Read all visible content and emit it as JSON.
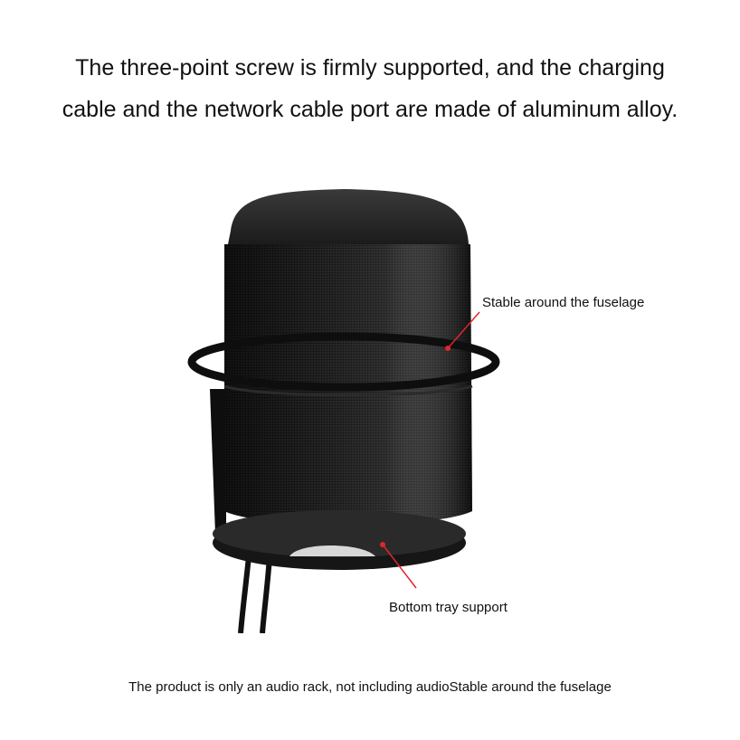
{
  "headline": {
    "line1": "The three-point screw is firmly supported, and the charging",
    "line2": "cable and the network cable port are made of aluminum alloy."
  },
  "callouts": {
    "top": "Stable around the fuselage",
    "bottom": "Bottom tray support"
  },
  "footer": "The product is only an audio rack, not including audioStable around the fuselage",
  "colors": {
    "callout_line": "#e0262b",
    "speaker_body": "#1b1b1b",
    "bracket": "#0e0e0e"
  }
}
